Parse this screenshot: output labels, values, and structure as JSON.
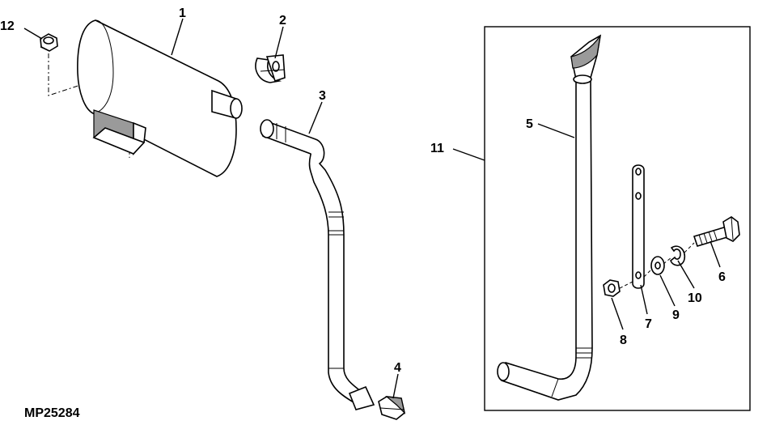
{
  "figure_id": "MP25284",
  "callouts": {
    "c1": "1",
    "c2": "2",
    "c3": "3",
    "c4": "4",
    "c5": "5",
    "c6": "6",
    "c7": "7",
    "c8": "8",
    "c9": "9",
    "c10": "10",
    "c11": "11",
    "c12": "12"
  }
}
